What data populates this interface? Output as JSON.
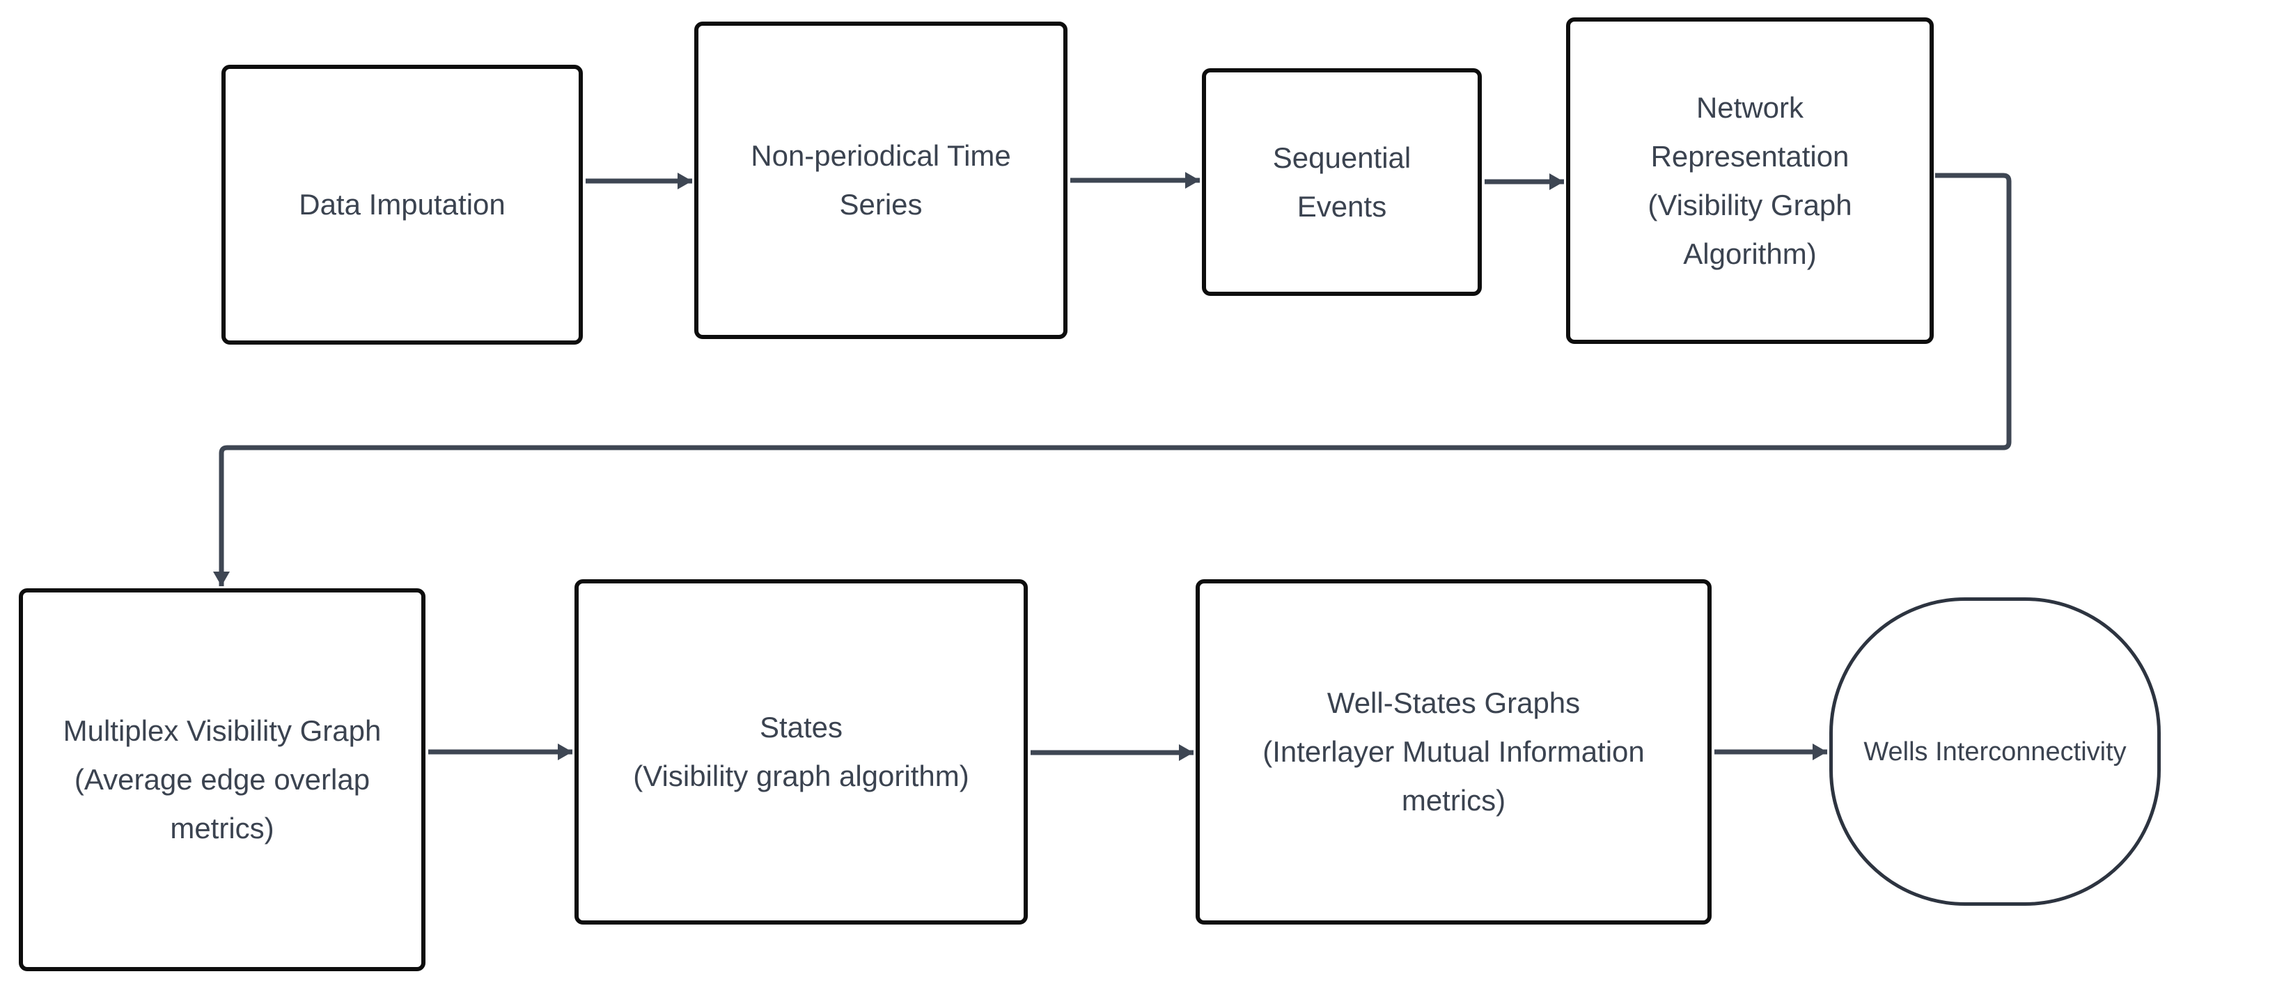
{
  "diagram": {
    "type": "flowchart",
    "background": "#ffffff",
    "colors": {
      "node_fill": "#ffffff",
      "node_border": "#0d0d0d",
      "terminator_border": "#2d3440",
      "connector": "#3e4653",
      "text": "#3b4350"
    },
    "nodes": [
      {
        "id": "n1",
        "shape": "rectangle",
        "label": "Data Imputation"
      },
      {
        "id": "n2",
        "shape": "rectangle",
        "label": "Non-periodical Time\nSeries"
      },
      {
        "id": "n3",
        "shape": "rectangle",
        "label": "Sequential\nEvents"
      },
      {
        "id": "n4",
        "shape": "rectangle",
        "label": "Network\nRepresentation\n(Visibility Graph\nAlgorithm)"
      },
      {
        "id": "n5",
        "shape": "rectangle",
        "label": "Multiplex Visibility Graph\n(Average edge overlap\nmetrics)"
      },
      {
        "id": "n6",
        "shape": "rectangle",
        "label": "States\n(Visibility graph algorithm)"
      },
      {
        "id": "n7",
        "shape": "rectangle",
        "label": "Well-States Graphs\n(Interlayer Mutual Information\nmetrics)"
      },
      {
        "id": "n8",
        "shape": "rounded-terminator",
        "label": "Wells Interconnectivity"
      }
    ],
    "edges": [
      {
        "from": "n1",
        "to": "n2",
        "style": "straight-arrow"
      },
      {
        "from": "n2",
        "to": "n3",
        "style": "straight-arrow"
      },
      {
        "from": "n3",
        "to": "n4",
        "style": "straight-arrow"
      },
      {
        "from": "n4",
        "to": "n5",
        "style": "elbow-arrow"
      },
      {
        "from": "n5",
        "to": "n6",
        "style": "straight-arrow"
      },
      {
        "from": "n6",
        "to": "n7",
        "style": "straight-arrow"
      },
      {
        "from": "n7",
        "to": "n8",
        "style": "straight-arrow"
      }
    ]
  }
}
